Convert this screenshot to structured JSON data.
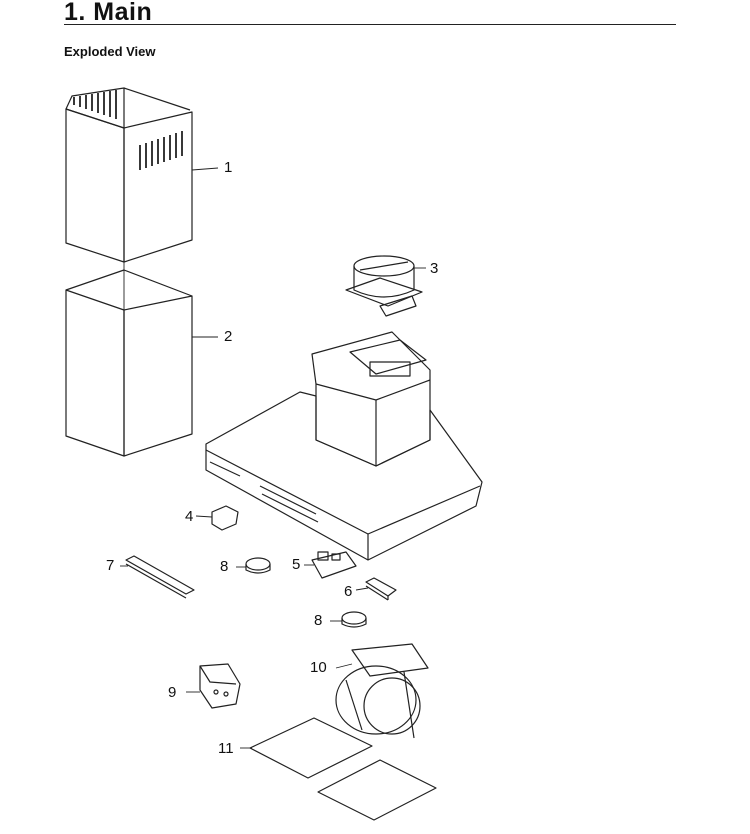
{
  "header": {
    "title": "1.  Main",
    "subtitle": "Exploded View"
  },
  "callouts": [
    {
      "id": "1",
      "label": "1"
    },
    {
      "id": "2",
      "label": "2"
    },
    {
      "id": "3",
      "label": "3"
    },
    {
      "id": "4",
      "label": "4"
    },
    {
      "id": "5",
      "label": "5"
    },
    {
      "id": "6",
      "label": "6"
    },
    {
      "id": "7",
      "label": "7"
    },
    {
      "id": "8a",
      "label": "8"
    },
    {
      "id": "8b",
      "label": "8"
    },
    {
      "id": "9",
      "label": "9"
    },
    {
      "id": "10",
      "label": "10"
    },
    {
      "id": "11",
      "label": "11"
    }
  ]
}
